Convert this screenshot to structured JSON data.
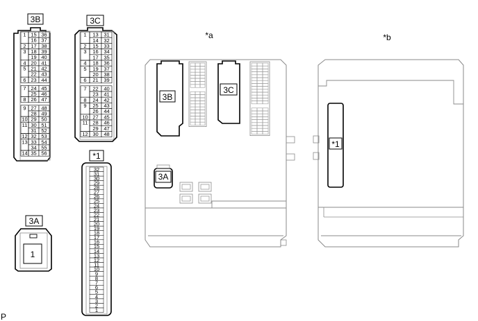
{
  "connectors": {
    "c3b": {
      "tag": "3B",
      "rows": [
        [
          "1",
          "15",
          "36"
        ],
        [
          "",
          "16",
          "37"
        ],
        [
          "2",
          "17",
          "38"
        ],
        [
          "3",
          "18",
          "39"
        ],
        [
          "",
          "19",
          "40"
        ],
        [
          "4",
          "20",
          "41"
        ],
        [
          "5",
          "21",
          "42"
        ],
        [
          "",
          "22",
          "43"
        ],
        [
          "6",
          "23",
          "44"
        ],
        [
          "7",
          "24",
          "45"
        ],
        [
          "",
          "25",
          "46"
        ],
        [
          "8",
          "26",
          "47"
        ],
        [
          "9",
          "27",
          "48"
        ],
        [
          "",
          "28",
          "49"
        ],
        [
          "10",
          "29",
          "50"
        ],
        [
          "11",
          "30",
          "51"
        ],
        [
          "",
          "31",
          "52"
        ],
        [
          "12",
          "32",
          "53"
        ],
        [
          "13",
          "33",
          "54"
        ],
        [
          "",
          "34",
          "55"
        ],
        [
          "14",
          "35",
          "56"
        ]
      ]
    },
    "c3c": {
      "tag": "3C",
      "rows": [
        [
          "1",
          "13",
          "31"
        ],
        [
          "",
          "14",
          "32"
        ],
        [
          "2",
          "15",
          "33"
        ],
        [
          "3",
          "16",
          "34"
        ],
        [
          "",
          "17",
          "35"
        ],
        [
          "4",
          "18",
          "36"
        ],
        [
          "5",
          "19",
          "37"
        ],
        [
          "",
          "20",
          "38"
        ],
        [
          "6",
          "21",
          "39"
        ],
        [
          "7",
          "22",
          "40"
        ],
        [
          "",
          "23",
          "41"
        ],
        [
          "8",
          "24",
          "42"
        ],
        [
          "9",
          "25",
          "43"
        ],
        [
          "",
          "26",
          "44"
        ],
        [
          "10",
          "27",
          "45"
        ],
        [
          "11",
          "28",
          "46"
        ],
        [
          "",
          "29",
          "47"
        ],
        [
          "12",
          "30",
          "48"
        ]
      ]
    },
    "c1": {
      "tag": "*1",
      "pins": [
        "32",
        "31",
        "30",
        "29",
        "28",
        "27",
        "26",
        "25",
        "24",
        "23",
        "22",
        "21",
        "20",
        "19",
        "18",
        "17",
        "16",
        "15",
        "14",
        "13",
        "12",
        "11",
        "10",
        "9",
        "8",
        "7",
        "6",
        "5",
        "4",
        "3",
        "2",
        "1"
      ]
    },
    "c3a": {
      "tag": "3A",
      "pin": "1"
    }
  },
  "views": {
    "a": {
      "tag": "*a",
      "labels": {
        "l3b": "3B",
        "l3c": "3C",
        "l3a": "3A"
      }
    },
    "b": {
      "tag": "*b",
      "label1": "*1"
    }
  },
  "footer": {
    "mark": "P"
  }
}
